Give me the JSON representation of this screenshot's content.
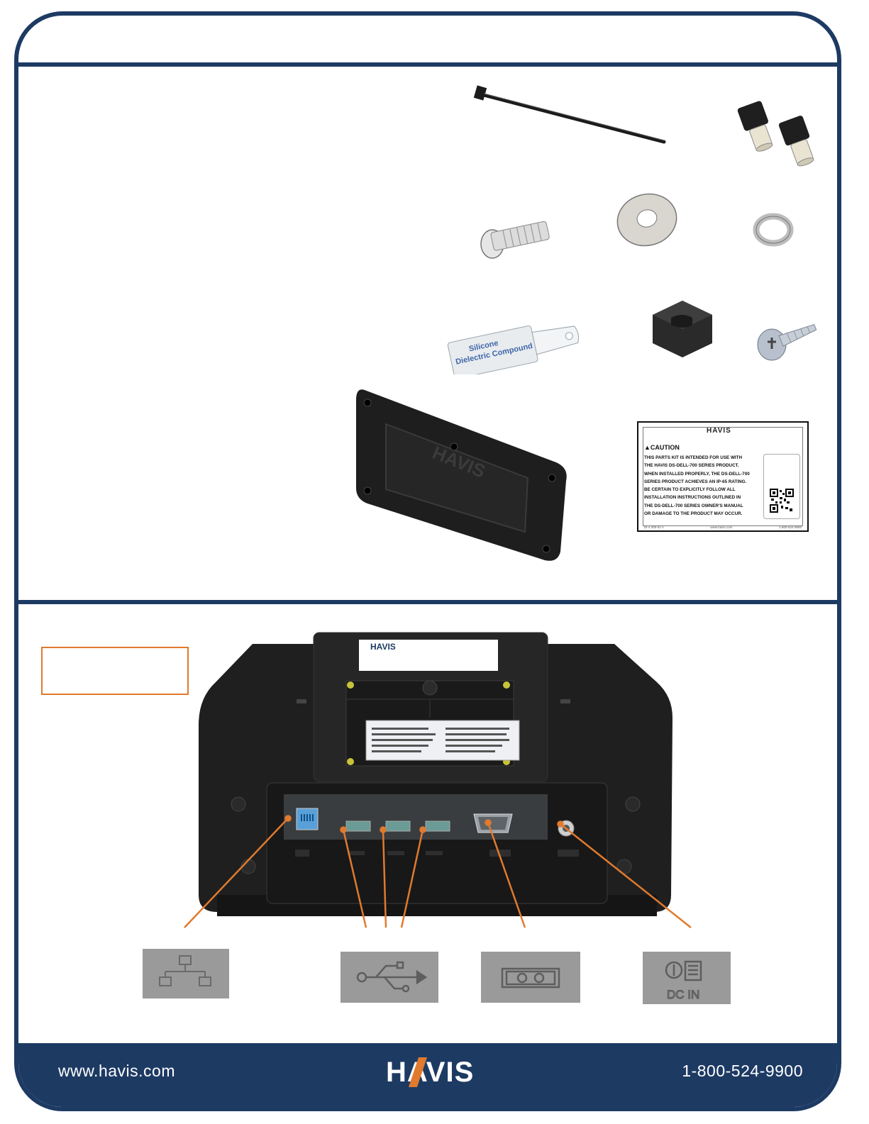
{
  "footer": {
    "url": "www.havis.com",
    "logo": "HAVIS",
    "phone": "1-800-524-9900"
  },
  "caution_label": {
    "logo": "HAVIS",
    "heading": "▲CAUTION",
    "lines": [
      "THIS PARTS KIT IS INTENDED FOR USE WITH",
      "THE HAVIS DS-DELL-700 SERIES PRODUCT.",
      "WHEN INSTALLED PROPERLY, THE DS-DELL-700",
      "SERIES PRODUCT ACHIEVES AN IP-65 RATING.",
      "BE CERTAIN TO EXPLICITLY FOLLOW ALL",
      "INSTALLATION INSTRUCTIONS OUTLINED IN",
      "THE DS-DELL-700 SERIES OWNER'S MANUAL",
      "OR DAMAGE TO THE PRODUCT MAY OCCUR."
    ],
    "footer_mid": "www.havis.com"
  },
  "silicone_packet": {
    "line1": "Silicone",
    "line2": "Dielectric Compound"
  },
  "cover_plate": {
    "logo": "HAVIS"
  },
  "dock_label": {
    "logo": "HAVIS"
  },
  "port_icons": {
    "dc_in_text": "DC IN"
  },
  "colors": {
    "brand_navy": "#1d3a63",
    "callout_orange": "#e07a2e",
    "icon_gray": "#9a9a9a"
  }
}
